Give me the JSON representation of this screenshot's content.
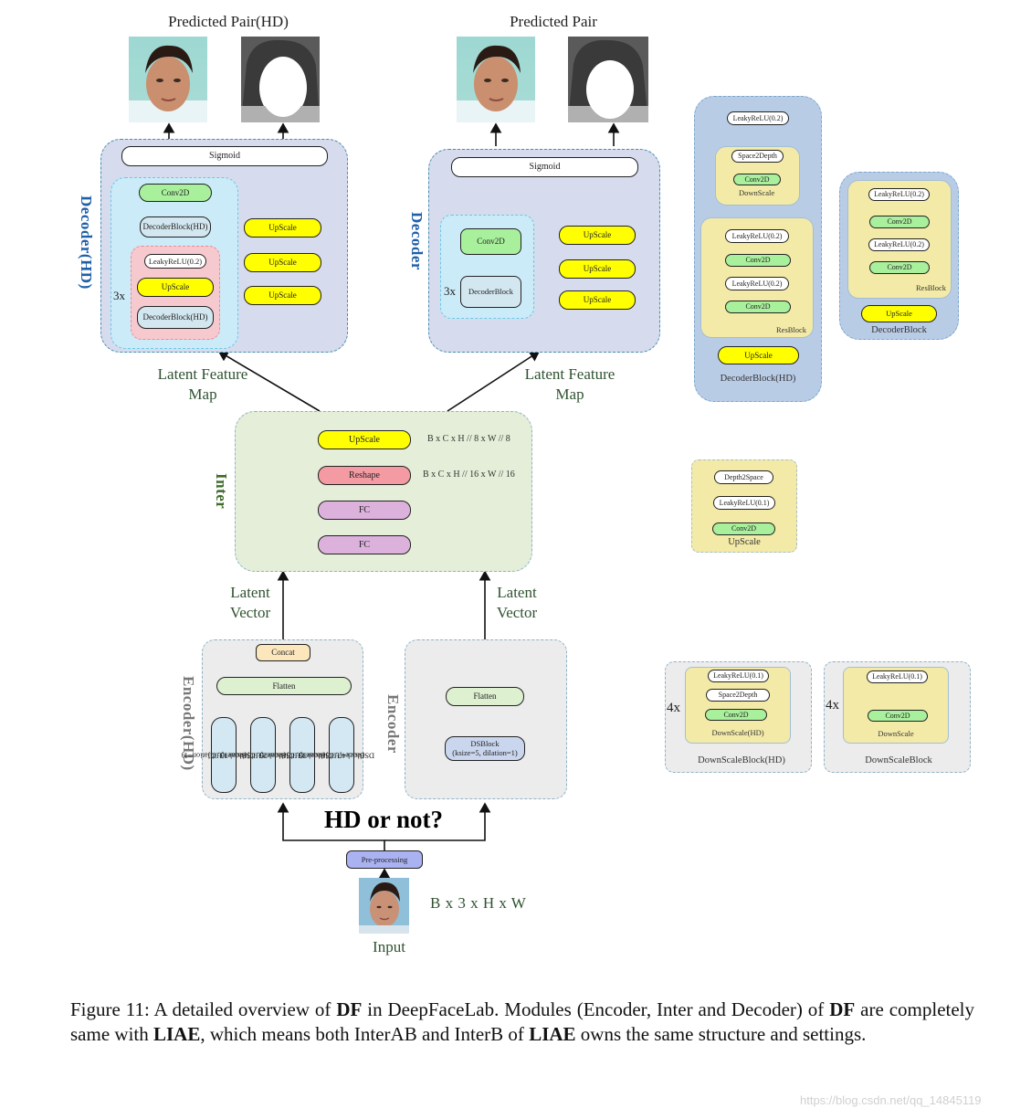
{
  "outputs": {
    "hd_title": "Predicted Pair(HD)",
    "title": "Predicted Pair"
  },
  "decoder_hd": {
    "label": "Decoder(HD)",
    "sigmoid": "Sigmoid",
    "conv2d": "Conv2D",
    "decoderblock_hd": "DecoderBlock(HD)",
    "repeat": "3x",
    "leaky": "LeakyReLU(0.2)",
    "upscale": "UpScale",
    "inner_decoderblock": "DecoderBlock(HD)",
    "upscales": [
      "UpScale",
      "UpScale",
      "UpScale"
    ]
  },
  "decoder": {
    "label": "Decoder",
    "sigmoid": "Sigmoid",
    "conv2d": "Conv2D",
    "repeat": "3x",
    "decoderblock": "DecoderBlock",
    "upscales": [
      "UpScale",
      "UpScale",
      "UpScale"
    ]
  },
  "latent_feature_map": "Latent Feature Map",
  "inter": {
    "label": "Inter",
    "upscale": "UpScale",
    "reshape": "Reshape",
    "fc1": "FC",
    "fc2": "FC",
    "dim1": "B x C x H // 8 x W // 8",
    "dim2": "B x C x H // 16 x W // 16"
  },
  "latent_vector": "Latent Vector",
  "encoder_hd": {
    "label": "Encoder(HD)",
    "concat": "Concat",
    "flatten": "Flatten",
    "blocks": [
      {
        "name": "DSBlock1(HD)",
        "params": "(ksize=3, dilation=1)"
      },
      {
        "name": "DSBlock2(HD)",
        "params": "(ksize=5, dilation=1)"
      },
      {
        "name": "DSBlock3(HD)",
        "params": "(ksize=5, dilation=2)"
      },
      {
        "name": "DSBlock4(HD)",
        "params": "(ksize=7, dilation=2)"
      }
    ]
  },
  "encoder": {
    "label": "Encoder",
    "flatten": "Flatten",
    "dsblock": "DSBlock",
    "dsblock_params": "(ksize=5, dilation=1)"
  },
  "hd_question": "HD or not?",
  "preprocessing": "Pre-processing",
  "input_label": "Input",
  "input_dim": "B x 3 x H x W",
  "decoderblock_hd_detail": {
    "title": "DecoderBlock(HD)",
    "leaky_top": "LeakyReLU(0.2)",
    "space2depth": "Space2Depth",
    "conv2d": "Conv2D",
    "downscale": "DownScale",
    "res_leaky1": "LeakyReLU(0.2)",
    "res_conv1": "Conv2D",
    "res_leaky2": "LeakyReLU(0.2)",
    "res_conv2": "Conv2D",
    "resblock": "ResBlock",
    "upscale": "UpScale"
  },
  "decoderblock_detail": {
    "title": "DecoderBlock",
    "leaky1": "LeakyReLU(0.2)",
    "conv1": "Conv2D",
    "leaky2": "LeakyReLU(0.2)",
    "conv2": "Conv2D",
    "resblock": "ResBlock",
    "upscale": "UpScale"
  },
  "upscale_detail": {
    "title": "UpScale",
    "depth2space": "Depth2Space",
    "leaky": "LeakyReLU(0.1)",
    "conv2d": "Conv2D"
  },
  "downscaleblock_hd_detail": {
    "title": "DownScaleBlock(HD)",
    "repeat": "4x",
    "leaky": "LeakyReLU(0.1)",
    "space2depth": "Space2Depth",
    "conv2d": "Conv2D",
    "downscale": "DownScale(HD)"
  },
  "downscaleblock_detail": {
    "title": "DownScaleBlock",
    "repeat": "4x",
    "leaky": "LeakyReLU(0.1)",
    "conv2d": "Conv2D",
    "downscale": "DownScale"
  },
  "caption": {
    "prefix": "Figure 11: A detailed overview of ",
    "df1": "DF",
    "mid1": " in DeepFaceLab. Modules (Encoder, Inter and Decoder) of ",
    "df2": "DF",
    "mid2": " are completely same with ",
    "liae1": "LIAE",
    "mid3": ", which means both InterAB and InterB of ",
    "liae2": "LIAE",
    "suffix": " owns the same structure and settings."
  },
  "watermark": "https://blog.csdn.net/qq_14845119",
  "colors": {
    "decoder_panel": "#d6dbee",
    "inter_panel": "#e4eed8",
    "encoder_panel": "#ececec",
    "upscale": "#ffff00",
    "conv2d": "#a9f09c",
    "reshape": "#f49aa3",
    "fc": "#dcb2dd",
    "label_blue": "#1f5fa8",
    "label_green": "#3e6b28"
  }
}
